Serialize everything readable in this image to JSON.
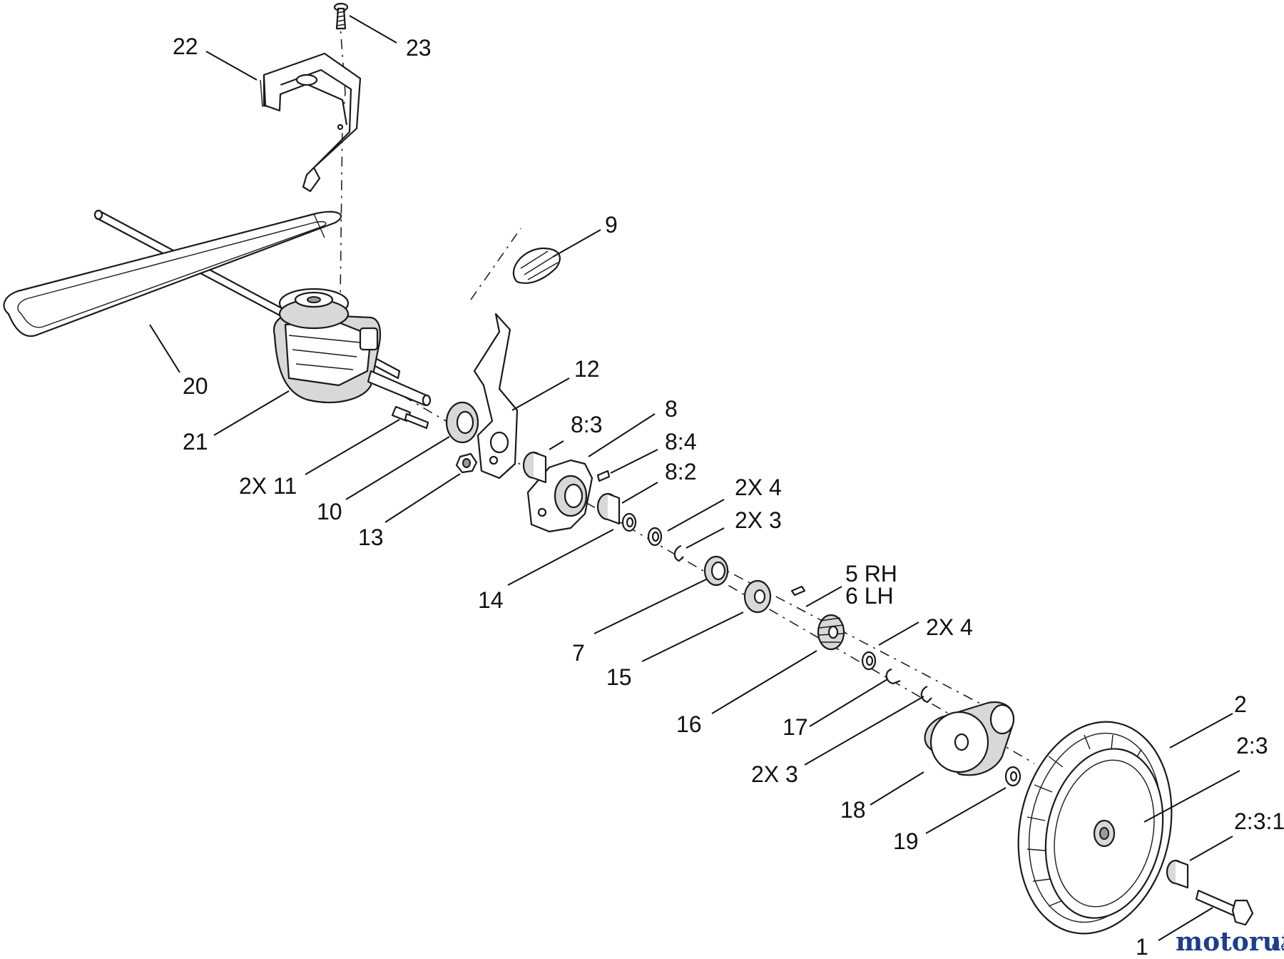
{
  "watermark": {
    "brand": "motoruf",
    "tld": ".de"
  },
  "callouts": [
    {
      "id": "c22",
      "text": "22"
    },
    {
      "id": "c23",
      "text": "23"
    },
    {
      "id": "c9",
      "text": "9"
    },
    {
      "id": "c20",
      "text": "20"
    },
    {
      "id": "c21",
      "text": "21"
    },
    {
      "id": "c12",
      "text": "12"
    },
    {
      "id": "c8",
      "text": "8"
    },
    {
      "id": "c8_3",
      "text": "8:3"
    },
    {
      "id": "c8_4",
      "text": "8:4"
    },
    {
      "id": "c8_2",
      "text": "8:2"
    },
    {
      "id": "c11",
      "text": "2X 11"
    },
    {
      "id": "c10",
      "text": "10"
    },
    {
      "id": "c13",
      "text": "13"
    },
    {
      "id": "c4a",
      "text": "2X  4"
    },
    {
      "id": "c3a",
      "text": "2X  3"
    },
    {
      "id": "c14",
      "text": "14"
    },
    {
      "id": "c5",
      "text": "5 RH"
    },
    {
      "id": "c6",
      "text": "6 LH"
    },
    {
      "id": "c7",
      "text": "7"
    },
    {
      "id": "c15",
      "text": "15"
    },
    {
      "id": "c4b",
      "text": "2X  4"
    },
    {
      "id": "c16",
      "text": "16"
    },
    {
      "id": "c17",
      "text": "17"
    },
    {
      "id": "c2",
      "text": "2"
    },
    {
      "id": "c2_3",
      "text": "2:3"
    },
    {
      "id": "c3b",
      "text": "2X  3"
    },
    {
      "id": "c18",
      "text": "18"
    },
    {
      "id": "c19",
      "text": "19"
    },
    {
      "id": "c2_3_1",
      "text": "2:3:1"
    },
    {
      "id": "c1",
      "text": "1"
    }
  ]
}
